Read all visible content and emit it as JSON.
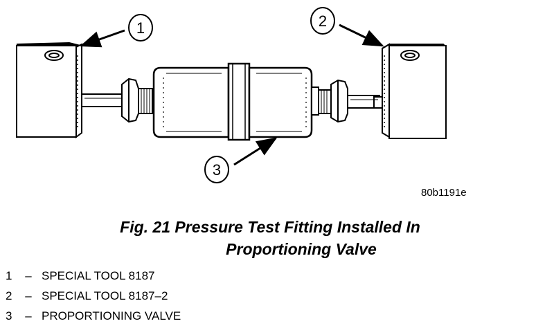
{
  "callouts": [
    {
      "number": "1",
      "target": "special-tool-block-left"
    },
    {
      "number": "2",
      "target": "special-tool-block-right"
    },
    {
      "number": "3",
      "target": "proportioning-valve-body"
    }
  ],
  "image_code": "80b1191e",
  "caption": {
    "line1": "Fig. 21 Pressure Test Fitting Installed In",
    "line2": "Proportioning Valve"
  },
  "legend": [
    {
      "number": "1",
      "dash": "–",
      "label": "SPECIAL TOOL 8187"
    },
    {
      "number": "2",
      "dash": "–",
      "label": "SPECIAL TOOL 8187–2"
    },
    {
      "number": "3",
      "dash": "–",
      "label": "PROPORTIONING VALVE"
    }
  ],
  "colors": {
    "ink": "#000000",
    "paper": "#ffffff"
  }
}
